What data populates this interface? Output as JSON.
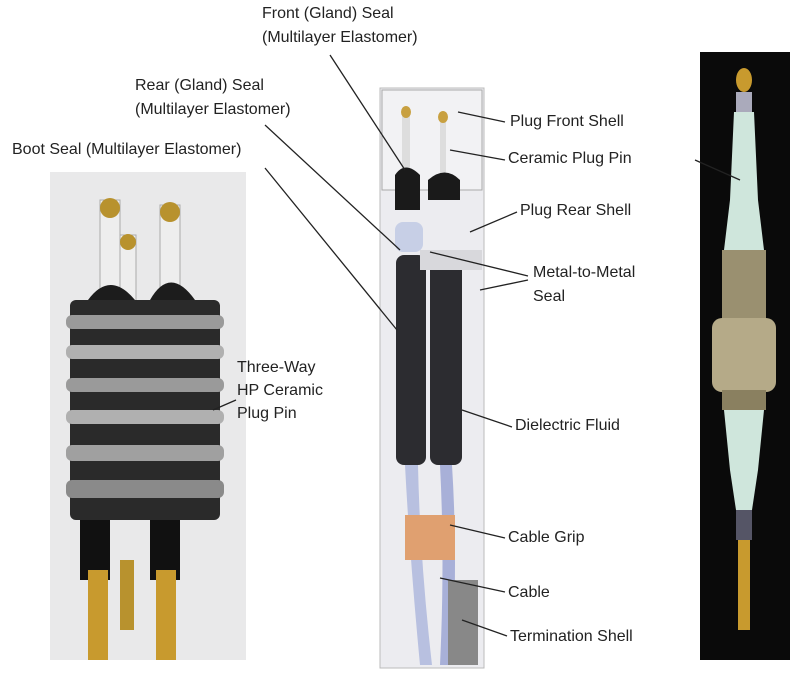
{
  "labels": {
    "front_seal_1": "Front (Gland) Seal",
    "front_seal_2": "(Multilayer Elastomer)",
    "rear_seal_1": "Rear (Gland) Seal",
    "rear_seal_2": "(Multilayer Elastomer)",
    "boot_seal": "Boot Seal (Multilayer Elastomer)",
    "plug_front_shell": "Plug Front Shell",
    "ceramic_plug_pin": "Ceramic Plug Pin",
    "plug_rear_shell": "Plug Rear Shell",
    "metal_seal_1": "Metal-to-Metal",
    "metal_seal_2": "Seal",
    "three_way_1": "Three-Way",
    "three_way_2": "HP Ceramic",
    "three_way_3": "Plug Pin",
    "dielectric_fluid": "Dielectric Fluid",
    "cable_grip": "Cable Grip",
    "cable": "Cable",
    "termination_shell": "Termination Shell"
  }
}
